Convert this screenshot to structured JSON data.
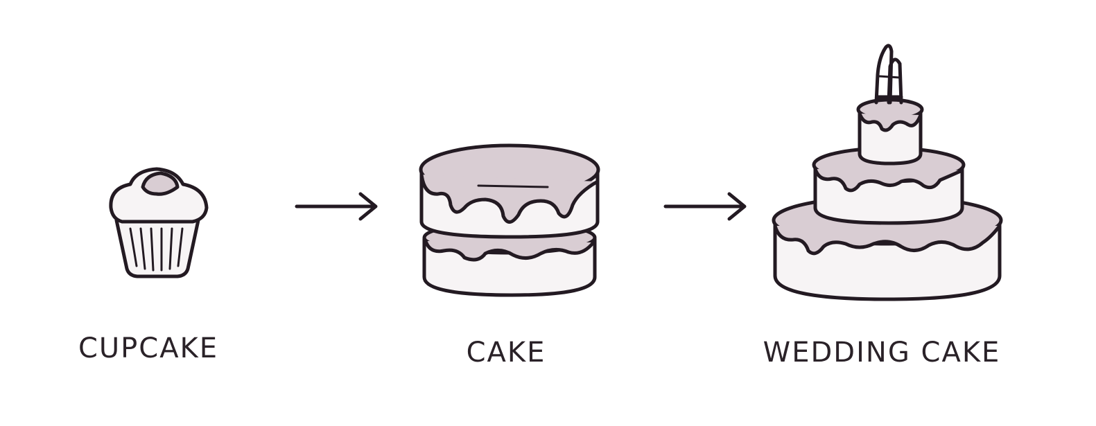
{
  "stages": [
    {
      "label": "CUPCAKE",
      "icon": "cupcake-icon"
    },
    {
      "label": "CAKE",
      "icon": "cake-icon"
    },
    {
      "label": "WEDDING CAKE",
      "icon": "wedding-cake-icon"
    }
  ],
  "connectors": [
    "arrow-right-icon",
    "arrow-right-icon"
  ],
  "colors": {
    "ink": "#231a22",
    "frosting": "#d9cdd3",
    "cake": "#f7f4f5",
    "background": "#ffffff"
  }
}
